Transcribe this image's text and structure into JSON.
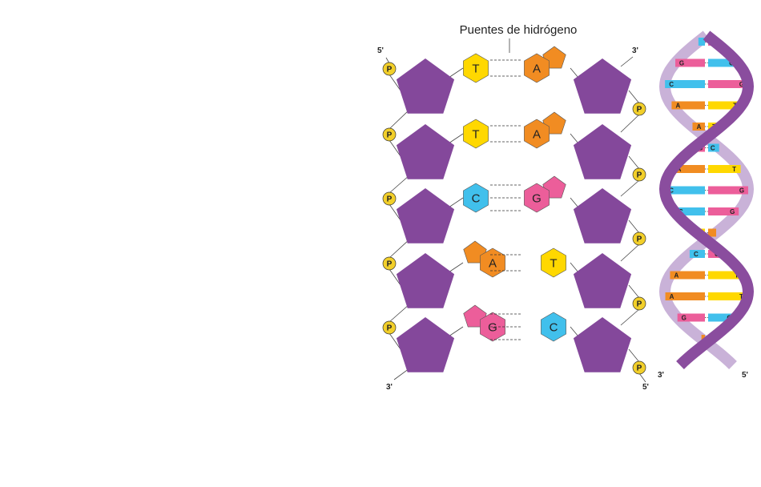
{
  "title": "Puentes de hidrógeno",
  "ends": {
    "left_top": "5'",
    "right_top": "3'",
    "left_bottom": "3'",
    "right_bottom": "5'",
    "helix_left": "3'",
    "helix_right": "5'"
  },
  "phosphate": "P",
  "pairs": [
    {
      "left": "T",
      "right": "A",
      "bonds": 2
    },
    {
      "left": "T",
      "right": "A",
      "bonds": 2
    },
    {
      "left": "C",
      "right": "G",
      "bonds": 3
    },
    {
      "left": "A",
      "right": "T",
      "bonds": 2
    },
    {
      "left": "G",
      "right": "C",
      "bonds": 3
    }
  ],
  "helix_pairs": [
    {
      "left": "C",
      "right": "G"
    },
    {
      "left": "G",
      "right": "C"
    },
    {
      "left": "C",
      "right": "G"
    },
    {
      "left": "A",
      "right": "T"
    },
    {
      "left": "A",
      "right": "T"
    },
    {
      "left": "G",
      "right": "C"
    },
    {
      "left": "A",
      "right": "T"
    },
    {
      "left": "C",
      "right": "G"
    },
    {
      "left": "C",
      "right": "G"
    },
    {
      "left": "T",
      "right": "A"
    },
    {
      "left": "C",
      "right": "G"
    },
    {
      "left": "A",
      "right": "T"
    },
    {
      "left": "A",
      "right": "T"
    },
    {
      "left": "G",
      "right": "C"
    },
    {
      "left": "A",
      "right": "T"
    }
  ],
  "colors": {
    "A": "#f18c22",
    "T": "#ffd800",
    "C": "#41c0ec",
    "G": "#ec5e9a",
    "sugar": "#84489b",
    "phosphate": "#f2cf2a",
    "backbone": "#8a4d9e",
    "backbone_light": "#c9b2d8"
  }
}
